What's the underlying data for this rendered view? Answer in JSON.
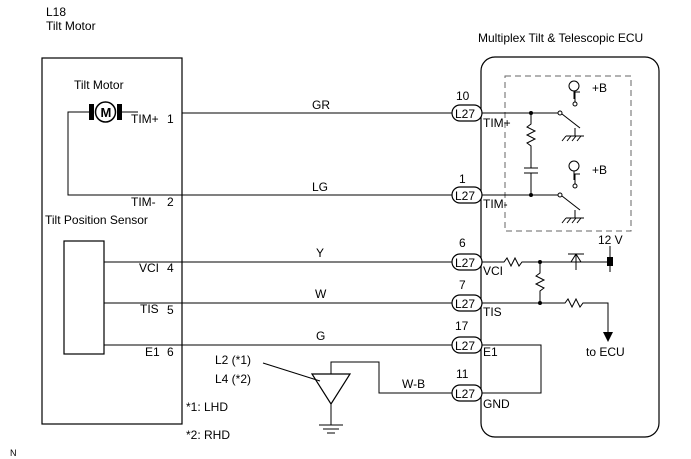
{
  "header": {
    "connector_code": "L18",
    "component_name": "Tilt Motor"
  },
  "ecu": {
    "title": "Multiplex Tilt & Telescopic ECU",
    "power_labels": [
      "+B",
      "+B"
    ],
    "supply_voltage": "12 V",
    "output_label": "to ECU"
  },
  "motor_box": {
    "motor_label": "Tilt Motor",
    "motor_symbol": "M",
    "sensor_label": "Tilt Position Sensor"
  },
  "wires": [
    {
      "color": "GR",
      "left_terminal": "TIM+",
      "left_pin": "1",
      "right_pin": "10",
      "right_connector": "L27",
      "right_terminal": "TIM+"
    },
    {
      "color": "LG",
      "left_terminal": "TIM-",
      "left_pin": "2",
      "right_pin": "1",
      "right_connector": "L27",
      "right_terminal": "TIM-"
    },
    {
      "color": "Y",
      "left_terminal": "VCI",
      "left_pin": "4",
      "right_pin": "6",
      "right_connector": "L27",
      "right_terminal": "VCI"
    },
    {
      "color": "W",
      "left_terminal": "TIS",
      "left_pin": "5",
      "right_pin": "7",
      "right_connector": "L27",
      "right_terminal": "TIS"
    },
    {
      "color": "G",
      "left_terminal": "E1",
      "left_pin": "6",
      "right_pin": "17",
      "right_connector": "L27",
      "right_terminal": "E1"
    },
    {
      "color": "W-B",
      "left_terminal": "",
      "left_pin": "",
      "right_pin": "11",
      "right_connector": "L27",
      "right_terminal": "GND"
    }
  ],
  "ground": {
    "labels": [
      "L2 (*1)",
      "L4 (*2)"
    ]
  },
  "notes": [
    "*1: LHD",
    "*2: RHD"
  ],
  "footer_mark": "N"
}
